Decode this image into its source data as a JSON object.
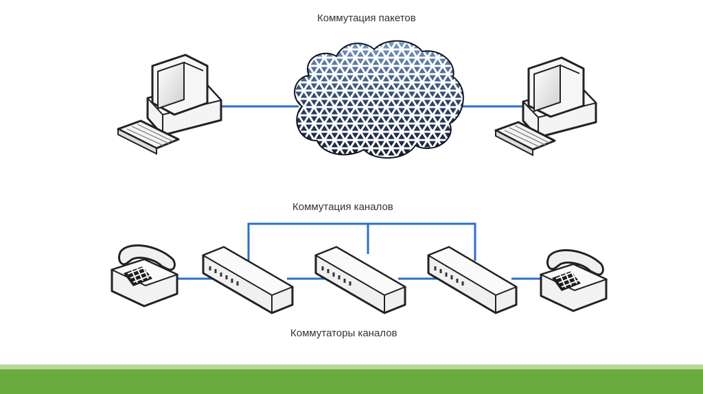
{
  "labels": {
    "packet_switching": "Коммутация пакетов",
    "circuit_switching": "Коммутация каналов",
    "circuit_switches": "Коммутаторы каналов"
  },
  "icons": {
    "left_computer": "desktop-computer-icon",
    "right_computer": "desktop-computer-icon",
    "network_cloud": "network-cloud-icon",
    "left_phone": "telephone-icon",
    "right_phone": "telephone-icon",
    "switches": [
      "switch-icon",
      "switch-icon",
      "switch-icon"
    ]
  },
  "colors": {
    "link": "#2a6fc9",
    "footer_bar": "#6aab3f",
    "footer_light": "#b8d89a",
    "device_body": "#f2f2f2",
    "device_outline": "#2b2b2b",
    "cloud_dark": "#1f2d45",
    "cloud_light": "#6f95c4"
  }
}
